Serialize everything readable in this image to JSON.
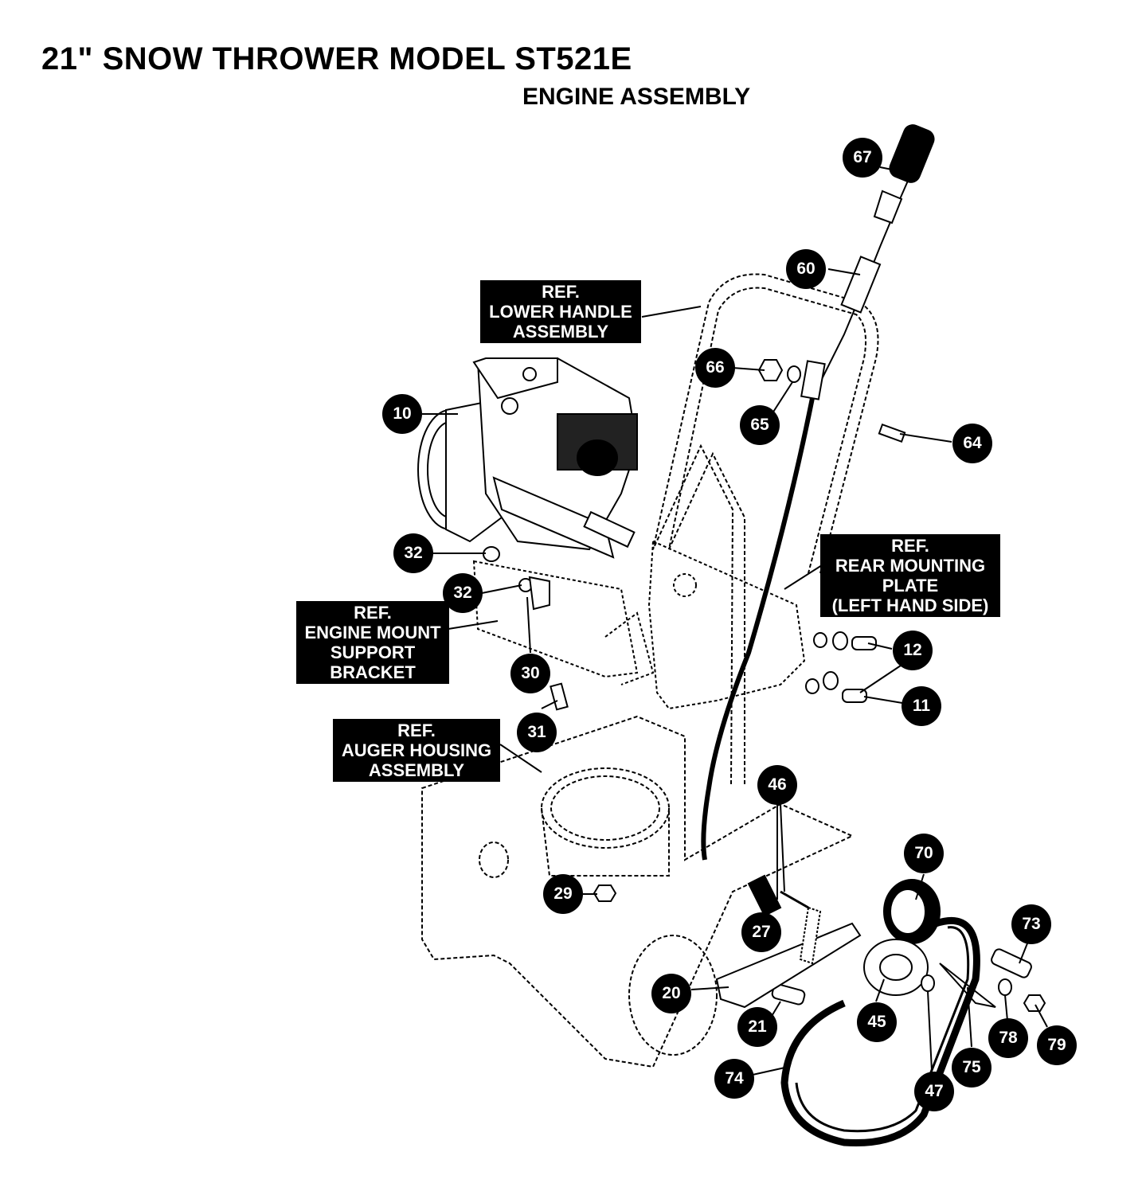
{
  "title": "21\" SNOW THROWER MODEL ST521E",
  "subtitle": "ENGINE ASSEMBLY",
  "ref_labels": {
    "lower_handle": [
      "REF.",
      "LOWER HANDLE",
      "ASSEMBLY"
    ],
    "rear_mounting_plate": [
      "REF.",
      "REAR MOUNTING",
      "PLATE",
      "(LEFT HAND SIDE)"
    ],
    "engine_mount": [
      "REF.",
      "ENGINE MOUNT",
      "SUPPORT",
      "BRACKET"
    ],
    "auger_housing": [
      "REF.",
      "AUGER HOUSING",
      "ASSEMBLY"
    ]
  },
  "callouts": {
    "c67": "67",
    "c60": "60",
    "c66": "66",
    "c65": "65",
    "c64": "64",
    "c10": "10",
    "c32a": "32",
    "c32b": "32",
    "c30": "30",
    "c31": "31",
    "c12": "12",
    "c11": "11",
    "c46": "46",
    "c70": "70",
    "c73": "73",
    "c29": "29",
    "c27": "27",
    "c20": "20",
    "c21": "21",
    "c45": "45",
    "c78": "78",
    "c79": "79",
    "c75": "75",
    "c74": "74",
    "c47": "47"
  }
}
